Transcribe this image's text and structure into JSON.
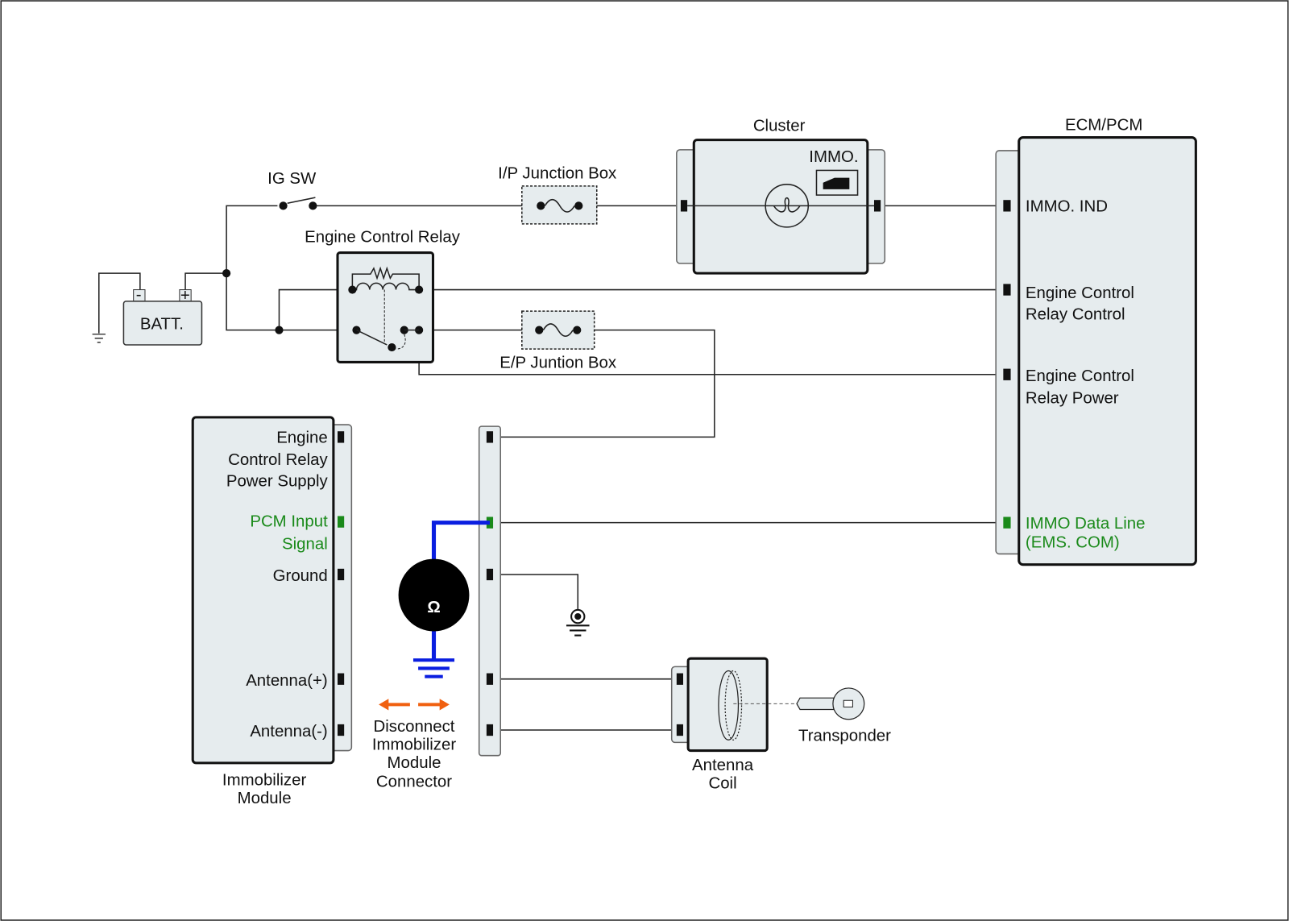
{
  "battery": {
    "label": "BATT.",
    "neg": "-",
    "pos": "+"
  },
  "ig_switch": {
    "label": "IG SW"
  },
  "ip_junction_box": {
    "label": "I/P Junction Box"
  },
  "ep_junction_box": {
    "label": "E/P Juntion Box"
  },
  "relay": {
    "label": "Engine Control Relay"
  },
  "cluster": {
    "label": "Cluster",
    "immo": "IMMO."
  },
  "ecm": {
    "label": "ECM/PCM",
    "pins": {
      "immo_ind": "IMMO. IND",
      "ecr_control_1": "Engine Control",
      "ecr_control_2": "Relay Control",
      "ecr_power_1": "Engine Control",
      "ecr_power_2": "Relay Power",
      "data_1": "IMMO Data Line",
      "data_2": "(EMS. COM)"
    }
  },
  "immobilizer": {
    "label_1": "Immobilizer",
    "label_2": "Module",
    "pins": {
      "power_1": "Engine",
      "power_2": "Control Relay",
      "power_3": "Power Supply",
      "pcm_1": "PCM Input",
      "pcm_2": "Signal",
      "ground": "Ground",
      "ant_pos": "Antenna(+)",
      "ant_neg": "Antenna(-)"
    }
  },
  "ohmmeter": {
    "symbol": "Ω"
  },
  "disconnect_note": {
    "line1": "Disconnect",
    "line2": "Immobilizer",
    "line3": "Module",
    "line4": "Connector"
  },
  "antenna_coil": {
    "line1": "Antenna",
    "line2": "Coil"
  },
  "transponder": {
    "label": "Transponder"
  },
  "colors": {
    "highlight_green": "#1a8a1a",
    "meter_lead_blue": "#0a1ee0",
    "arrow_orange": "#f06010"
  }
}
